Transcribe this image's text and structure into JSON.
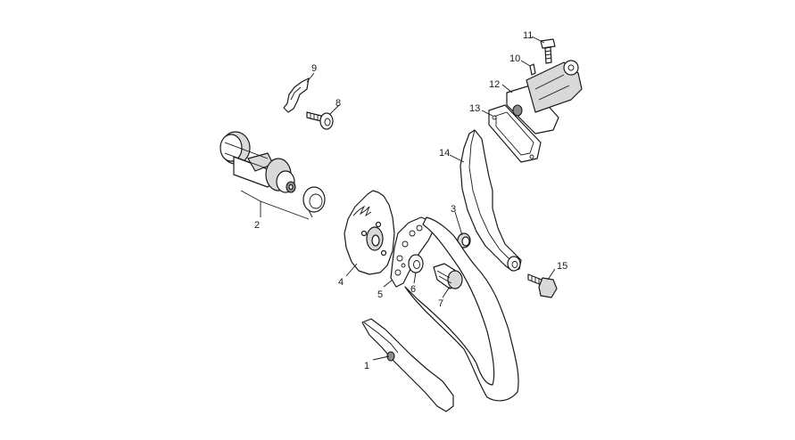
{
  "callouts": [
    {
      "id": "1",
      "text": "1"
    },
    {
      "id": "2",
      "text": "2"
    },
    {
      "id": "3",
      "text": "3"
    },
    {
      "id": "4",
      "text": "4"
    },
    {
      "id": "5",
      "text": "5"
    },
    {
      "id": "6",
      "text": "6"
    },
    {
      "id": "7",
      "text": "7"
    },
    {
      "id": "8",
      "text": "8"
    },
    {
      "id": "9",
      "text": "9"
    },
    {
      "id": "10",
      "text": "10"
    },
    {
      "id": "11",
      "text": "11"
    },
    {
      "id": "12",
      "text": "12"
    },
    {
      "id": "13",
      "text": "13"
    },
    {
      "id": "14",
      "text": "14"
    },
    {
      "id": "15",
      "text": "15"
    }
  ],
  "colors": {
    "line": "#1a1a1a",
    "shade": "#d9d9d9",
    "dark": "#8c8c8c",
    "background": "#ffffff"
  }
}
